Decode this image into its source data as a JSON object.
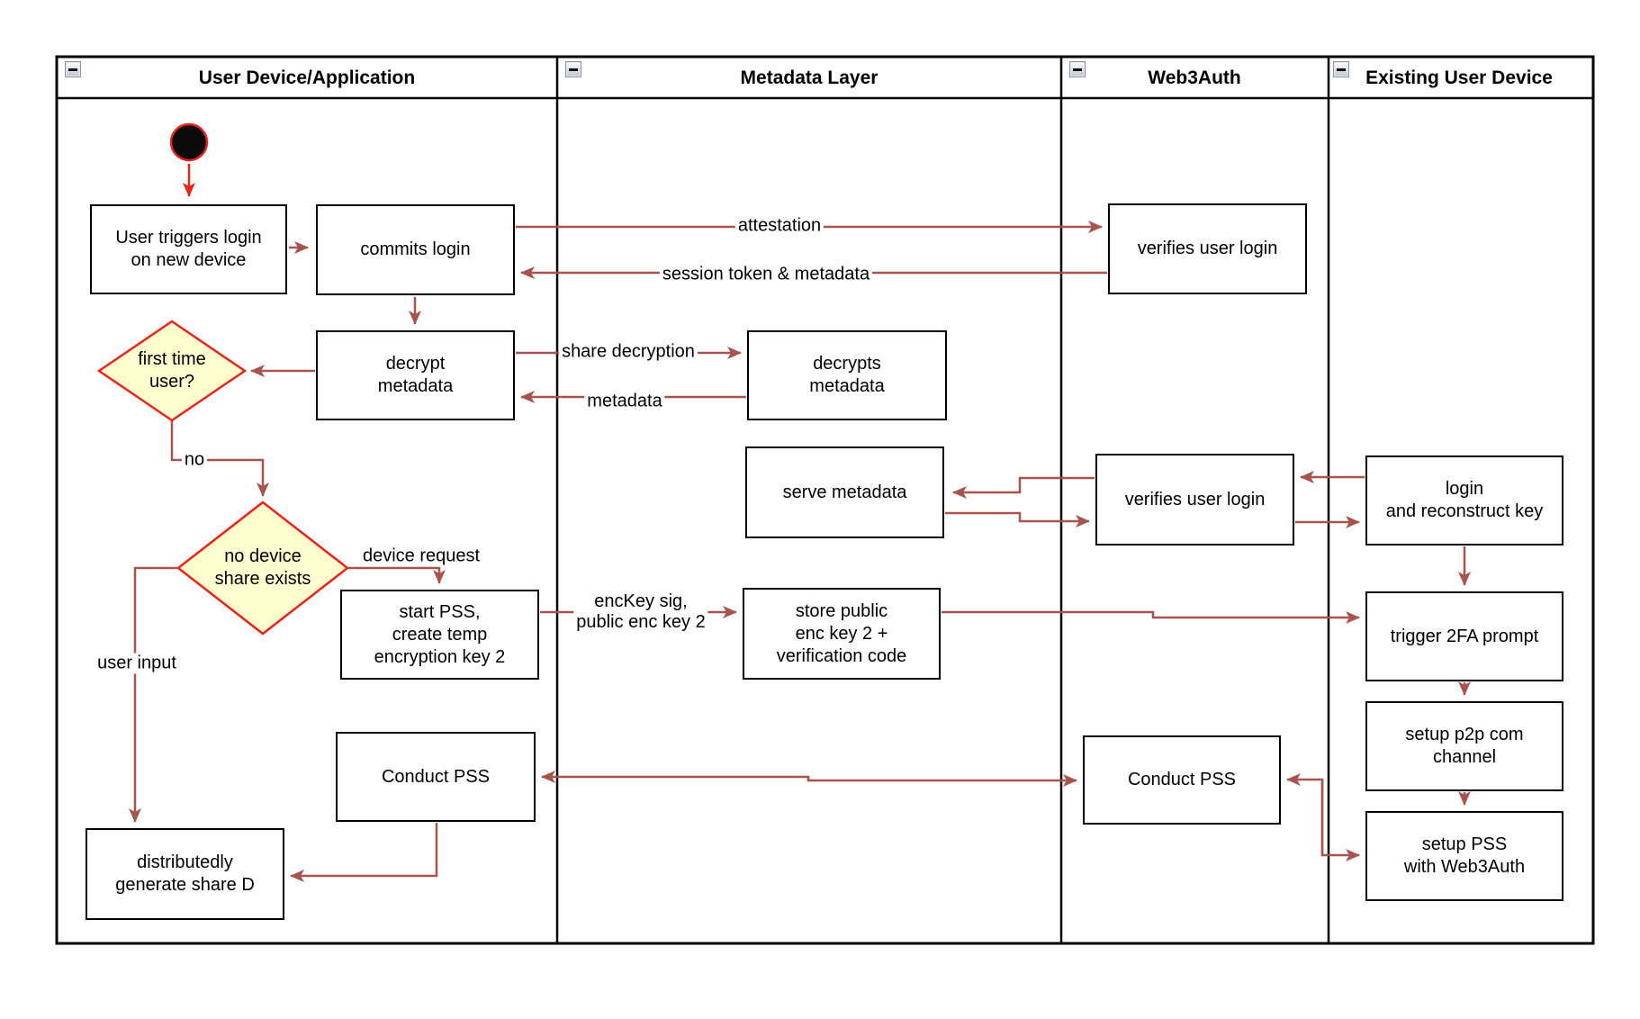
{
  "lanes": [
    {
      "title": "User Device/Application"
    },
    {
      "title": "Metadata Layer"
    },
    {
      "title": "Web3Auth"
    },
    {
      "title": "Existing User Device"
    }
  ],
  "nodes": {
    "user_triggers": "User triggers login\non new device",
    "commits_login": "commits login",
    "decrypt_metadata": "decrypt\nmetadata",
    "first_time_user": "first time\nuser?",
    "decrypts_metadata": "decrypts\nmetadata",
    "serve_metadata": "serve metadata",
    "verifies_user_login_top": "verifies user login",
    "verifies_user_login_mid": "verifies user login",
    "login_reconstruct": "login\nand reconstruct key",
    "no_device_share": "no device\nshare exists",
    "start_pss": "start PSS,\ncreate temp\nencryption key 2",
    "store_public": "store public\nenc key 2 +\nverification code",
    "trigger_2fa": "trigger 2FA prompt",
    "setup_p2p": "setup p2p com\nchannel",
    "setup_pss": "setup PSS\nwith Web3Auth",
    "conduct_pss_left": "Conduct PSS",
    "conduct_pss_right": "Conduct PSS",
    "generate_share_d": "distributedly\ngenerate share D"
  },
  "edge_labels": {
    "attestation": "attestation",
    "session": "session token & metadata",
    "share_decryption": "share decryption",
    "metadata": "metadata",
    "no": "no",
    "device_request": "device request",
    "enckey": "encKey sig,\npublic enc key 2",
    "user_input": "user input"
  },
  "colors": {
    "arrow": "#a8544e",
    "highlight": "#e8251a",
    "decision_fill": "#ffffcf",
    "node_border": "#000000"
  }
}
